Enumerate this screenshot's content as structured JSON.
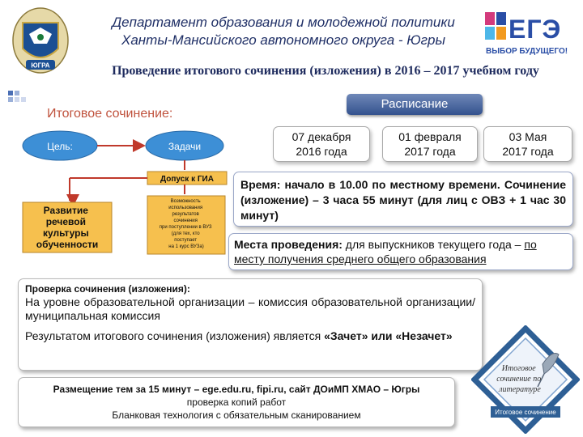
{
  "header": {
    "line1": "Департамент образования и молодежной политики",
    "line2": "Ханты-Мансийского автономного округа - Югры",
    "crest_label": "ЮГРА",
    "crest_icon": "coat-of-arms-icon"
  },
  "ege_logo": {
    "text": "ЕГЭ",
    "tagline": "ВЫБОР БУДУЩЕГО!",
    "colors": [
      "#d33a7c",
      "#2a4ea6",
      "#4db7e8",
      "#f29a1f"
    ]
  },
  "subtitle": "Проведение итогового сочинения (изложения) в 2016 – 2017 учебном году",
  "itog_title": "Итоговое сочинение:",
  "diagram": {
    "goal": "Цель:",
    "tasks": "Задачи",
    "admission": "Допуск к ГИА",
    "development": [
      "Развитие",
      "речевой",
      "культуры",
      "обученности"
    ],
    "possibility": [
      "Возможность",
      "использования",
      "результатов",
      "сочинения",
      "при поступлении в ВУЗ",
      "(для тех, кто",
      "поступает",
      "на 1 курс ВУЗа)"
    ]
  },
  "schedule": {
    "label": "Расписание",
    "dates": [
      {
        "line1": "07 декабря",
        "line2": "2016 года"
      },
      {
        "line1": "01 февраля",
        "line2": "2017 года"
      },
      {
        "line1": "03 Мая",
        "line2": "2017 года"
      }
    ]
  },
  "vremya": "Время: начало в 10.00 по местному времени. Сочинение (изложение) – 3 часа 55 минут (для лиц с ОВЗ + 1 час 30 минут)",
  "mesta": {
    "label": "Места проведения:",
    "text": " для выпускников текущего года – ",
    "underlined": "по месту получения среднего общего образования"
  },
  "proverka": {
    "head": "Проверка сочинения (изложения):",
    "body": "На уровне образовательной организации – комиссия образовательной организации/муниципальная комиссия",
    "result_prefix": "Результатом итогового сочинения (изложения) является ",
    "result_zachet": "«Зачет»",
    "result_or": " или ",
    "result_nezachet": "«Незачет»"
  },
  "razmesh": {
    "line1": "Размещение тем за 15 минут – ege.edu.ru, fipi.ru, сайт ДОиМП ХМАО – Югры",
    "line2": "проверка копий работ",
    "line3": "Бланковая технология с обязательным сканированием"
  },
  "stamp": {
    "text_lines": [
      "Итоговое",
      "сочинение по",
      "литературе"
    ],
    "label": "Итоговое сочинение",
    "icon": "quill-pen-icon"
  }
}
